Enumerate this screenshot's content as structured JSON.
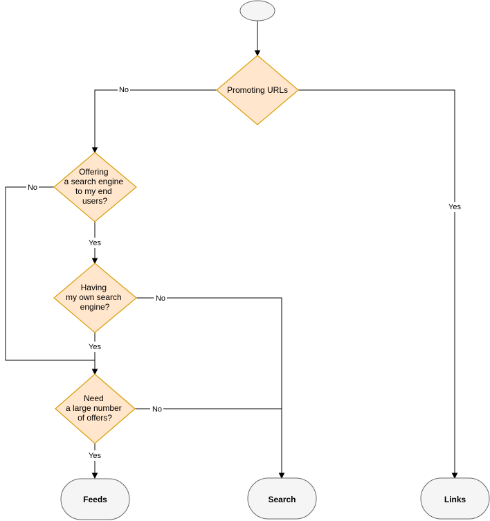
{
  "colors": {
    "decision_fill": "#ffe6cc",
    "decision_stroke": "#d79b00",
    "terminal_fill": "#f5f5f5",
    "terminal_stroke": "#666666",
    "edge": "#000000"
  },
  "nodes": {
    "start": {
      "kind": "start"
    },
    "promoting_urls": {
      "kind": "decision",
      "lines": [
        "Promoting URLs"
      ]
    },
    "offering_search": {
      "kind": "decision",
      "lines": [
        "Offering",
        "a search engine",
        "to my end",
        "users?"
      ]
    },
    "own_search_engine": {
      "kind": "decision",
      "lines": [
        "Having",
        "my own search",
        "engine?"
      ]
    },
    "large_offers": {
      "kind": "decision",
      "lines": [
        "Need",
        "a large number",
        "of offers?"
      ]
    },
    "feeds": {
      "kind": "terminal",
      "label": "Feeds"
    },
    "search": {
      "kind": "terminal",
      "label": "Search"
    },
    "links": {
      "kind": "terminal",
      "label": "Links"
    }
  },
  "edges": [
    {
      "id": "start-to-promoting",
      "label": ""
    },
    {
      "id": "promoting-no",
      "label": "No"
    },
    {
      "id": "promoting-yes",
      "label": "Yes"
    },
    {
      "id": "offering-no",
      "label": "No"
    },
    {
      "id": "offering-yes",
      "label": "Yes"
    },
    {
      "id": "own-no",
      "label": "No"
    },
    {
      "id": "own-yes",
      "label": "Yes"
    },
    {
      "id": "large-no",
      "label": "No"
    },
    {
      "id": "large-yes",
      "label": "Yes"
    }
  ]
}
